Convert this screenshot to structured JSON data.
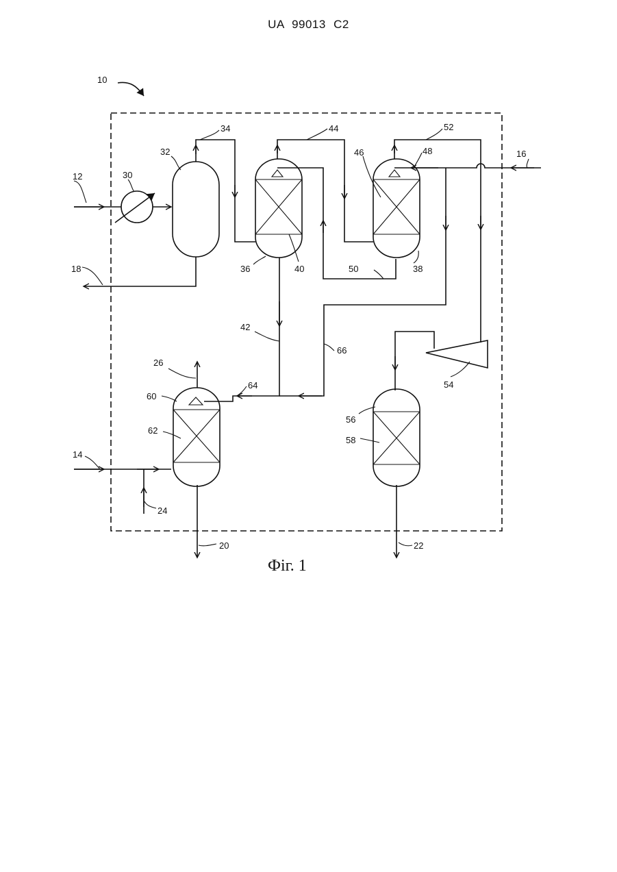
{
  "document": {
    "header": "UA 99013 C2",
    "caption": "Фіг. 1"
  },
  "labels": {
    "l10": "10",
    "l12": "12",
    "l14": "14",
    "l16": "16",
    "l18": "18",
    "l20": "20",
    "l22": "22",
    "l24": "24",
    "l26": "26",
    "l30": "30",
    "l32": "32",
    "l34": "34",
    "l36": "36",
    "l38": "38",
    "l40": "40",
    "l42": "42",
    "l44": "44",
    "l46": "46",
    "l48": "48",
    "l50": "50",
    "l52": "52",
    "l54": "54",
    "l56": "56",
    "l58": "58",
    "l60": "60",
    "l62": "62",
    "l64": "64",
    "l66": "66"
  }
}
